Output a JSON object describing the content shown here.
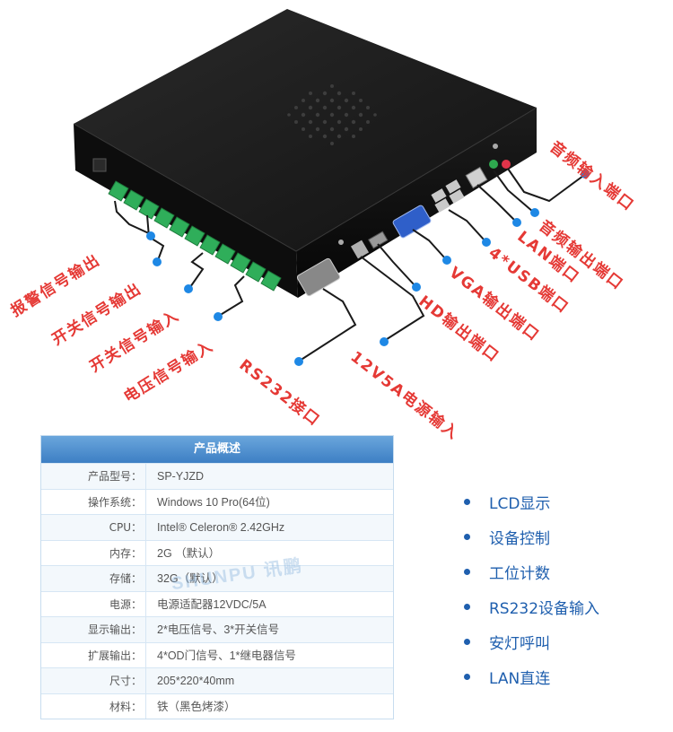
{
  "callouts": {
    "audio_in": "音频输入端口",
    "audio_out": "音频输出端口",
    "lan": "LAN端口",
    "usb": "4*USB端口",
    "vga": "VGA输出端口",
    "hd": "HD输出端口",
    "power": "12V5A电源输入",
    "rs232": "RS232接口",
    "alarm_out": "报警信号输出",
    "switch_out": "开关信号输出",
    "switch_in": "开关信号输入",
    "voltage_in": "电压信号输入"
  },
  "spec_table": {
    "title": "产品概述",
    "rows": [
      {
        "key": "产品型号：",
        "value": "SP-YJZD"
      },
      {
        "key": "操作系统：",
        "value": "Windows 10 Pro(64位)"
      },
      {
        "key": "CPU：",
        "value": "Intel® Celeron® 2.42GHz"
      },
      {
        "key": "内存：",
        "value": "2G （默认）"
      },
      {
        "key": "存储：",
        "value": "32G（默认）"
      },
      {
        "key": "电源：",
        "value": "电源适配器12VDC/5A"
      },
      {
        "key": "显示输出：",
        "value": "2*电压信号、3*开关信号"
      },
      {
        "key": "扩展输出：",
        "value": "4*OD门信号、1*继电器信号"
      },
      {
        "key": "尺寸：",
        "value": "205*220*40mm"
      },
      {
        "key": "材料：",
        "value": "铁（黑色烤漆）"
      }
    ],
    "watermark": "SHUNPU 讯鹏"
  },
  "features": [
    "LCD显示",
    "设备控制",
    "工位计数",
    "RS232设备输入",
    "安灯呼叫",
    "LAN直连"
  ],
  "colors": {
    "callout_text": "#e53935",
    "callout_dot": "#1e88e5",
    "feature_text": "#1f5fae",
    "table_header": "#4a8fd0"
  }
}
